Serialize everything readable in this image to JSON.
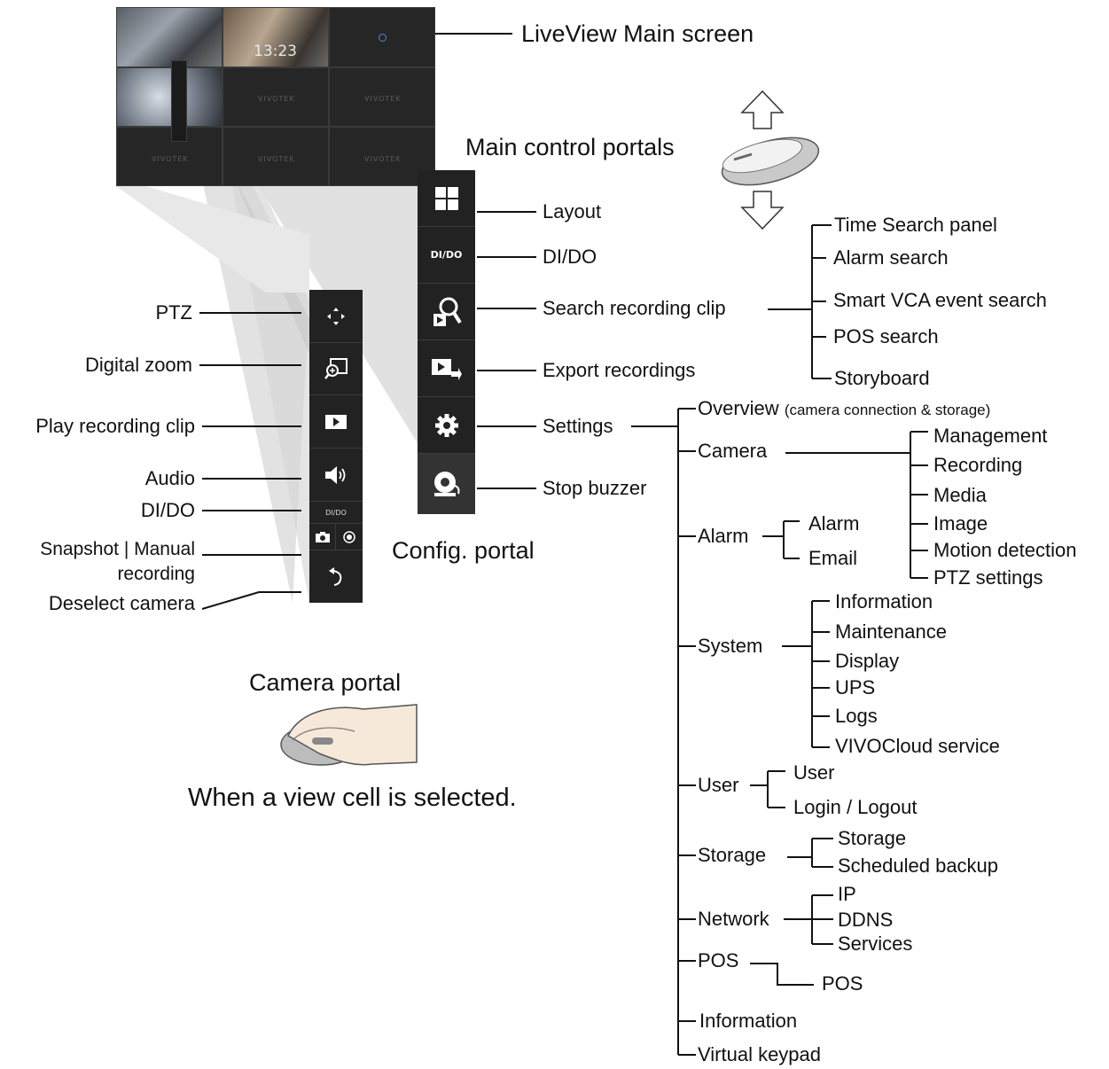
{
  "liveview": {
    "title": "LiveView Main screen",
    "clock": "13:23",
    "brand": "VIVOTEK"
  },
  "config_portal": {
    "caption": "Config. portal",
    "main_caption": "Main control portals",
    "items": [
      {
        "label": "Layout",
        "icon": "grid-icon"
      },
      {
        "label": "DI/DO",
        "icon": "dido-icon",
        "icon_text": "DI/DO"
      },
      {
        "label": "Search recording clip",
        "icon": "search-icon"
      },
      {
        "label": "Export recordings",
        "icon": "export-icon"
      },
      {
        "label": "Settings",
        "icon": "gear-icon"
      },
      {
        "label": "Stop buzzer",
        "icon": "buzzer-icon"
      }
    ]
  },
  "search_menu": [
    "Time Search panel",
    "Alarm search",
    "Smart VCA event search",
    "POS search",
    "Storyboard"
  ],
  "settings_menu": {
    "overview": "Overview",
    "overview_note": "(camera connection & storage)",
    "camera": {
      "label": "Camera",
      "items": [
        "Management",
        "Recording",
        "Media",
        "Image",
        "Motion detection",
        "PTZ settings"
      ]
    },
    "alarm": {
      "label": "Alarm",
      "items": [
        "Alarm",
        "Email"
      ]
    },
    "system": {
      "label": "System",
      "items": [
        "Information",
        "Maintenance",
        "Display",
        "UPS",
        "Logs",
        "VIVOCloud service"
      ]
    },
    "user": {
      "label": "User",
      "items": [
        "User",
        "Login / Logout"
      ]
    },
    "storage": {
      "label": "Storage",
      "items": [
        "Storage",
        "Scheduled backup"
      ]
    },
    "network": {
      "label": "Network",
      "items": [
        "IP",
        "DDNS",
        "Services"
      ]
    },
    "pos": {
      "label": "POS",
      "items": [
        "POS"
      ]
    },
    "information": "Information",
    "virtual_keypad": "Virtual keypad"
  },
  "camera_portal": {
    "caption": "Camera portal",
    "note": "When a view cell is selected.",
    "items": [
      {
        "label": "PTZ",
        "icon": "ptz-arrows-icon"
      },
      {
        "label": "Digital zoom",
        "icon": "zoom-icon"
      },
      {
        "label": "Play recording clip",
        "icon": "play-icon"
      },
      {
        "label": "Audio",
        "icon": "speaker-icon"
      },
      {
        "label": "DI/DO",
        "icon": "dido-icon",
        "icon_text": "DI/DO"
      },
      {
        "label": "Snapshot | Manual",
        "label2": "recording",
        "icon": "camera-icon"
      },
      {
        "label": "Deselect camera",
        "icon": "undo-icon"
      }
    ]
  }
}
